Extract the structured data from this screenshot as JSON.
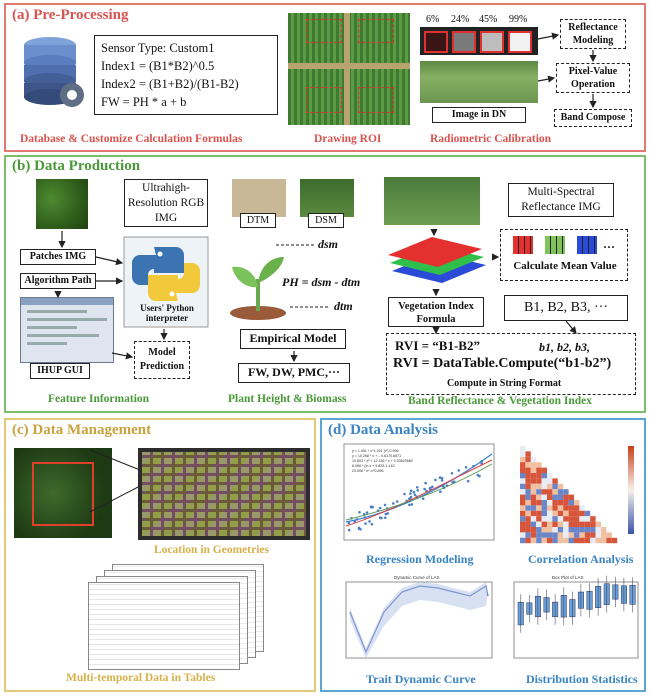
{
  "panel_a": {
    "title": "(a) Pre-Processing",
    "formula_lines": [
      "Sensor Type: Custom1",
      "Index1 = (B1*B2)^0.5",
      "Index2 = (B1+B2)/(B1-B2)",
      "FW = PH * a + b"
    ],
    "captions": [
      "Database & Customize Calculation Formulas",
      "Drawing ROI",
      "Radiometric Calibration"
    ],
    "reflectance_panels": [
      "6%",
      "24%",
      "45%",
      "99%"
    ],
    "image_label": "Image in DN",
    "steps": [
      "Reflectance Modeling",
      "Pixel-Value Operation",
      "Band Compose"
    ],
    "colors": {
      "border": "#e07a6e",
      "title": "#d9534f"
    }
  },
  "panel_b": {
    "title": "(b) Data Production",
    "rgb_label": "Ultrahigh-Resolution RGB IMG",
    "patches_label": "Patches IMG",
    "algo_label": "Algorithm Path",
    "python_label": "Users' Python interpreter",
    "gui_label": "IHUP GUI",
    "model_prediction": "Model Prediction",
    "dtm_label": "DTM",
    "dsm_label": "DSM",
    "dsm_text": "dsm",
    "dtm_text": "dtm",
    "ph_formula": "PH = dsm - dtm",
    "empirical_model": "Empirical Model",
    "empirical_outputs": "FW, DW, PMC,···",
    "ms_label": "Multi-Spectral Reflectance IMG",
    "mean_value": "Calculate Mean Value",
    "vi_label": "Vegetation Index Formula",
    "bands": "B1,  B2,  B3, ···",
    "rvi_1": "RVI = “B1-B2”",
    "rvi_vars": "b1,   b2,   b3,",
    "rvi_2": "RVI = DataTable.Compute(“b1-b2”)",
    "compute_note": "Compute in String Format",
    "captions": [
      "Feature Information",
      "Plant Height & Biomass",
      "Band Reflectance & Vegetation Index"
    ],
    "colors": {
      "border": "#7cbf6a",
      "title": "#4a9a3a"
    }
  },
  "panel_c": {
    "title": "(c) Data Management",
    "captions": [
      "Location in Geometries",
      "Multi-temporal Data in Tables"
    ],
    "colors": {
      "border": "#e6c87a",
      "title": "#c8a23c",
      "caption": "#d6b04a"
    }
  },
  "panel_d": {
    "title": "(d) Data Analysis",
    "captions": [
      "Regression Modeling",
      "Correlation Analysis",
      "Trait Dynamic Curve",
      "Distribution Statistics"
    ],
    "regression_legend": [
      "y = 1.451 * x^1.021 (r²) 0.996",
      "y = 10.268 * x + ...0.6170.6671",
      "10.803 * x² + 12.336 * x + 0.53620680",
      "8.068 * (ln x + 9.825-1.143",
      "23.508 * e^-x*0.896"
    ],
    "dynamic_title": "Dynamic Curve of LAS",
    "box_title": "Box Plot of LAS",
    "colors": {
      "border": "#5aa6d6",
      "title": "#3a84c4"
    }
  }
}
